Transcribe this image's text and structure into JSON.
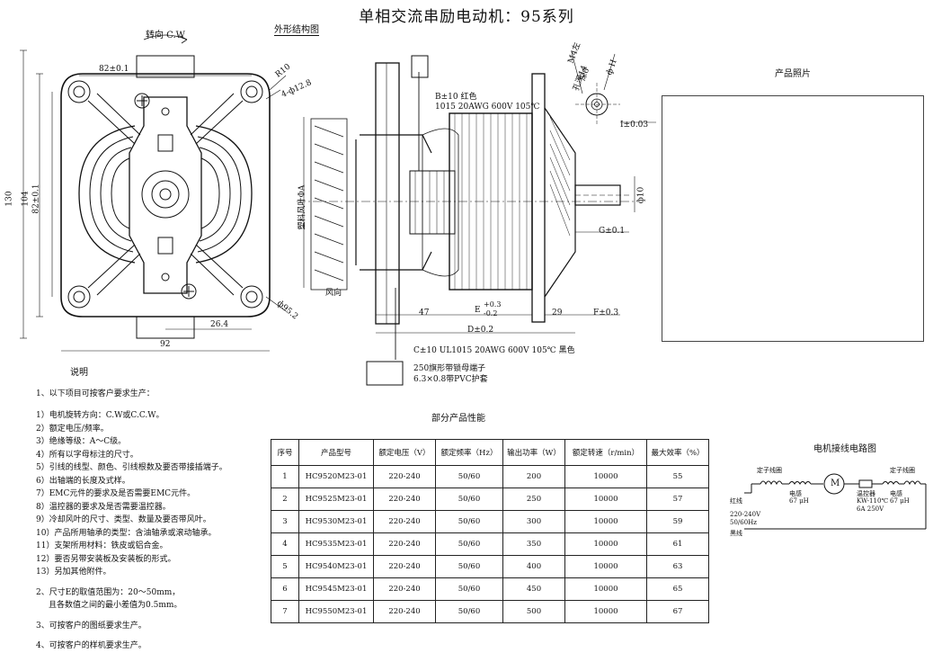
{
  "title": "单相交流串励电动机：95系列",
  "section_labels": {
    "outline": "外形结构图",
    "photo": "产品照片",
    "notes": "说明",
    "performance": "部分产品性能",
    "wiring": "电机接线电路图"
  },
  "front_view": {
    "rotation": "转向 C.W",
    "dims": {
      "d82_top": "82±0.1",
      "d130": "130",
      "d104": "104",
      "d82_left": "82±0.1",
      "r10": "R10",
      "holes": "4-ф12.8",
      "d26_4": "26.4",
      "d92": "92",
      "d95_2": "ф95.2"
    }
  },
  "side_view": {
    "lead_b": "B±10   红色",
    "lead_b_spec": "1015 20AWG 600V 105℃",
    "lead_c": "C±10  UL1015 20AWG 600V 105℃  黑色",
    "terminal_1": "250旗形带锁母端子",
    "terminal_2": "6.3×0.8带PVC护套",
    "fan_label": "塑料风叶ΦA",
    "wind": "风向",
    "d47": "47",
    "e_dim": "E",
    "e_tol_plus": "+0.3",
    "e_tol_minus": "-0.2",
    "d29": "29",
    "d_dim": "D±0.2",
    "f_dim": "F±0.3",
    "g_dim": "G±0.1",
    "phi10": "ф10",
    "i_dim": "I±0.03",
    "thread": "M4左",
    "depth": "深8",
    "hole": "孔深14",
    "phi_h": "ф H"
  },
  "notes": {
    "heading": "1、以下项目可按客户要求生产：",
    "items": [
      "1）电机旋转方向：C.W或C.C.W。",
      "2）额定电压/频率。",
      "3）绝缘等级：A～C级。",
      "4）所有以字母标注的尺寸。",
      "5）引线的线型、颜色、引线根数及要否带接插端子。",
      "6）出轴端的长度及式样。",
      "7）EMC元件的要求及是否需要EMC元件。",
      "8）温控器的要求及是否需要温控器。",
      "9）冷却风叶的尺寸、类型、数量及要否带风叶。",
      "10）产品所用轴承的类型：含油轴承或滚动轴承。",
      "11）支架所用材料：铁皮或铝合金。",
      "12）要否另带安装板及安装板的形式。",
      "13）另加其他附件。"
    ],
    "note2_line1": "2、尺寸E的取值范围为：20～50mm，",
    "note2_line2": "且各数值之间的最小差值为0.5mm。",
    "note3": "3、可按客户的图纸要求生产。",
    "note4": "4、可按客户的样机要求生产。"
  },
  "performance_table": {
    "headers": [
      "序号",
      "产品型号",
      "额定电压（V）",
      "额定频率（Hz）",
      "输出功率（W）",
      "额定转速（r/min）",
      "最大效率（%）"
    ],
    "rows": [
      [
        "1",
        "HC9520M23-01",
        "220-240",
        "50/60",
        "200",
        "10000",
        "55"
      ],
      [
        "2",
        "HC9525M23-01",
        "220-240",
        "50/60",
        "250",
        "10000",
        "57"
      ],
      [
        "3",
        "HC9530M23-01",
        "220-240",
        "50/60",
        "300",
        "10000",
        "59"
      ],
      [
        "4",
        "HC9535M23-01",
        "220-240",
        "50/60",
        "350",
        "10000",
        "61"
      ],
      [
        "5",
        "HC9540M23-01",
        "220-240",
        "50/60",
        "400",
        "10000",
        "63"
      ],
      [
        "6",
        "HC9545M23-01",
        "220-240",
        "50/60",
        "450",
        "10000",
        "65"
      ],
      [
        "7",
        "HC9550M23-01",
        "220-240",
        "50/60",
        "500",
        "10000",
        "67"
      ]
    ]
  },
  "wiring": {
    "stator_left": "定子线圈",
    "stator_right": "定子线圈",
    "inductor_left": "电感",
    "inductor_left_val": "67 μH",
    "inductor_right": "电感",
    "inductor_right_val": "67 μH",
    "motor": "M",
    "thermostat": "温控器",
    "thermostat_spec1": "KW-110℃",
    "thermostat_spec2": "6A 250V",
    "red": "红线",
    "voltage": "220-240V",
    "freq": "50/60Hz",
    "black": "黑线"
  }
}
